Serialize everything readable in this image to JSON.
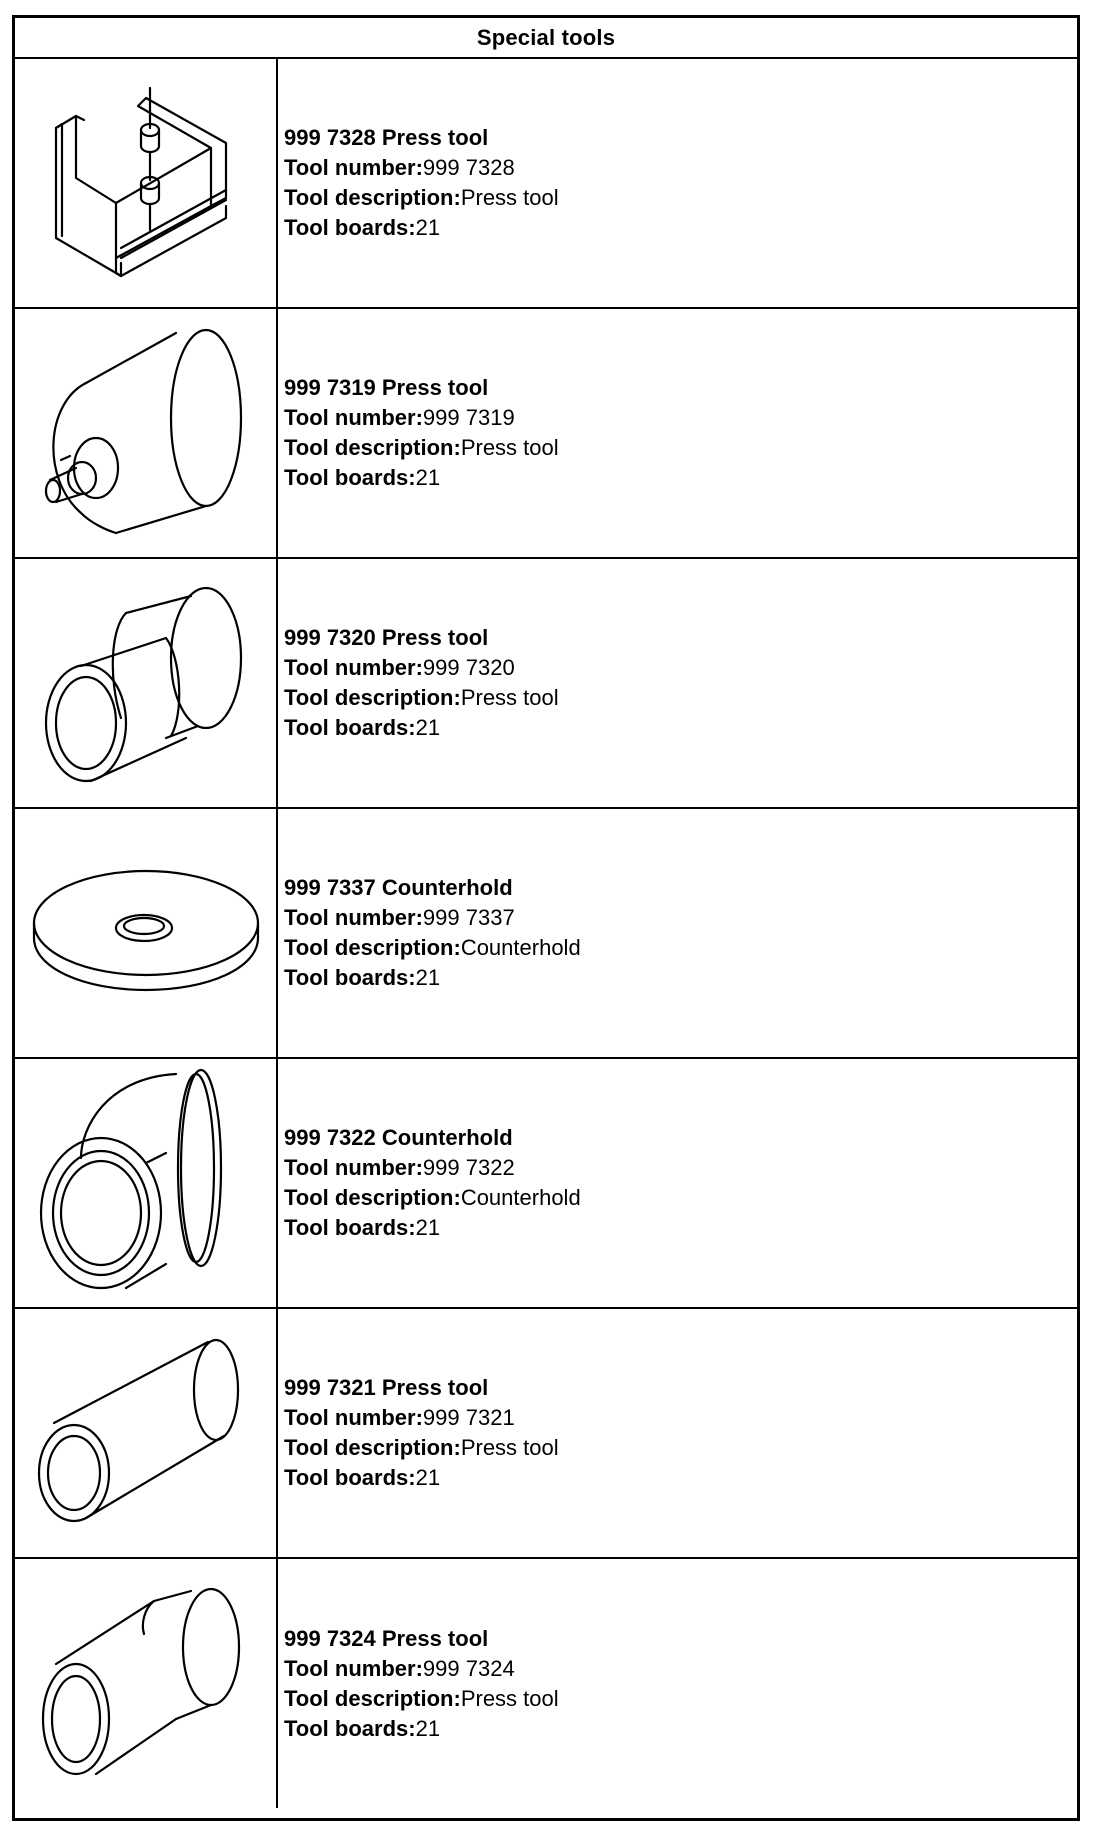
{
  "header": {
    "title": "Special tools"
  },
  "labels": {
    "number": "Tool number:",
    "description": "Tool description:",
    "boards": "Tool boards:"
  },
  "tools": [
    {
      "title": "999 7328 Press tool",
      "number": "999 7328",
      "description": "Press tool",
      "boards": "21",
      "icon": "press-frame-icon"
    },
    {
      "title": "999 7319 Press tool",
      "number": "999 7319",
      "description": "Press tool",
      "boards": "21",
      "icon": "stepped-cylinder-icon"
    },
    {
      "title": "999 7320 Press tool",
      "number": "999 7320",
      "description": "Press tool",
      "boards": "21",
      "icon": "hollow-stepped-cylinder-icon"
    },
    {
      "title": "999 7337 Counterhold",
      "number": "999 7337",
      "description": "Counterhold",
      "boards": "21",
      "icon": "flat-washer-icon"
    },
    {
      "title": "999 7322 Counterhold",
      "number": "999 7322",
      "description": "Counterhold",
      "boards": "21",
      "icon": "flanged-sleeve-icon"
    },
    {
      "title": "999 7321 Press tool",
      "number": "999 7321",
      "description": "Press tool",
      "boards": "21",
      "icon": "tube-icon"
    },
    {
      "title": "999 7324 Press tool",
      "number": "999 7324",
      "description": "Press tool",
      "boards": "21",
      "icon": "flanged-tube-icon"
    }
  ]
}
